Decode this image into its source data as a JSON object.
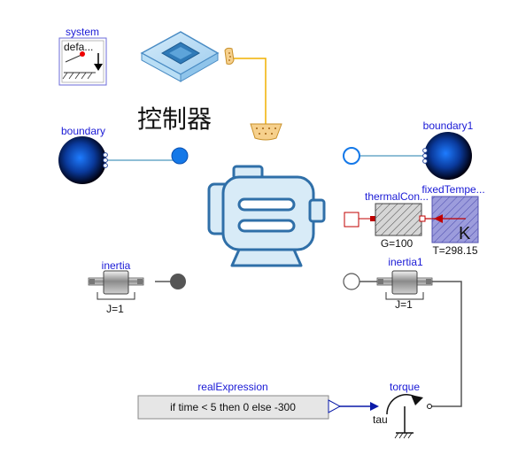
{
  "components": {
    "system": {
      "name": "system",
      "param": "defa..."
    },
    "controller": {
      "label": "控制器"
    },
    "boundary": {
      "name": "boundary"
    },
    "boundary1": {
      "name": "boundary1"
    },
    "thermal_conductor": {
      "name": "thermalCon...",
      "param": "G=100"
    },
    "fixed_temperature": {
      "name": "fixedTempe...",
      "param": "T=298.15",
      "unit": "K"
    },
    "inertia": {
      "name": "inertia",
      "param": "J=1"
    },
    "inertia1": {
      "name": "inertia1",
      "param": "J=1"
    },
    "real_expression": {
      "name": "realExpression",
      "expression": "if time < 5 then 0 else -300"
    },
    "torque": {
      "name": "torque",
      "input": "tau"
    }
  },
  "colors": {
    "label_blue": "#1a1ad6",
    "wire_orange": "#f0b000",
    "fluid_line": "#6aa8c8",
    "thermal_red": "#c00000",
    "motor_blue": "#2f6fa8",
    "motor_fill": "#d8ebf7",
    "signal_blue": "#0a1aa8"
  }
}
